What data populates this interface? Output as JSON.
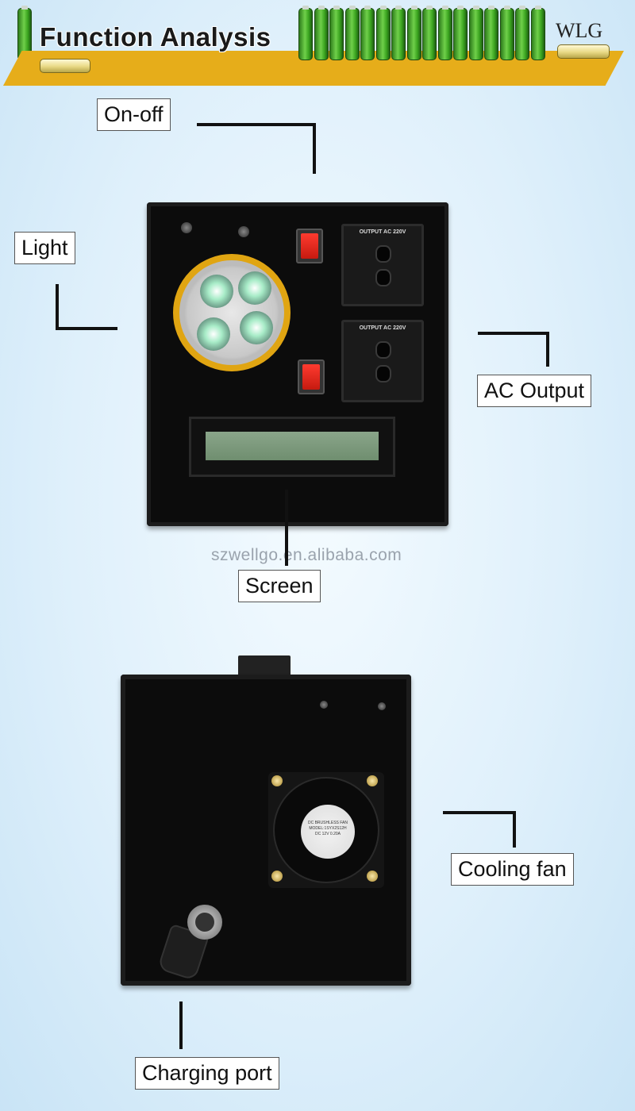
{
  "header": {
    "title": "Function Analysis",
    "brand": "WLG",
    "accent_color": "#e6ad1a"
  },
  "device_front": {
    "socket_label_top": "OUTPUT AC 220V",
    "socket_label_bottom": "OUTPUT AC 220V"
  },
  "watermark": "szwellgo.en.alibaba.com",
  "fan_label": {
    "line1": "DC BRUSHLESS FAN",
    "line2": "MODEL:1SYX2S12H",
    "line3": "DC 12V 0.20A"
  },
  "labels": {
    "on_off": "On-off",
    "light": "Light",
    "ac_output": "AC Output",
    "screen": "Screen",
    "cooling_fan": "Cooling fan",
    "charging_port": "Charging port"
  },
  "icons": [
    "battery-cell-icon",
    "led-lamp-icon",
    "rocker-switch-icon",
    "ac-socket-icon",
    "lcd-screen-icon",
    "cooling-fan-icon",
    "charging-port-icon"
  ]
}
